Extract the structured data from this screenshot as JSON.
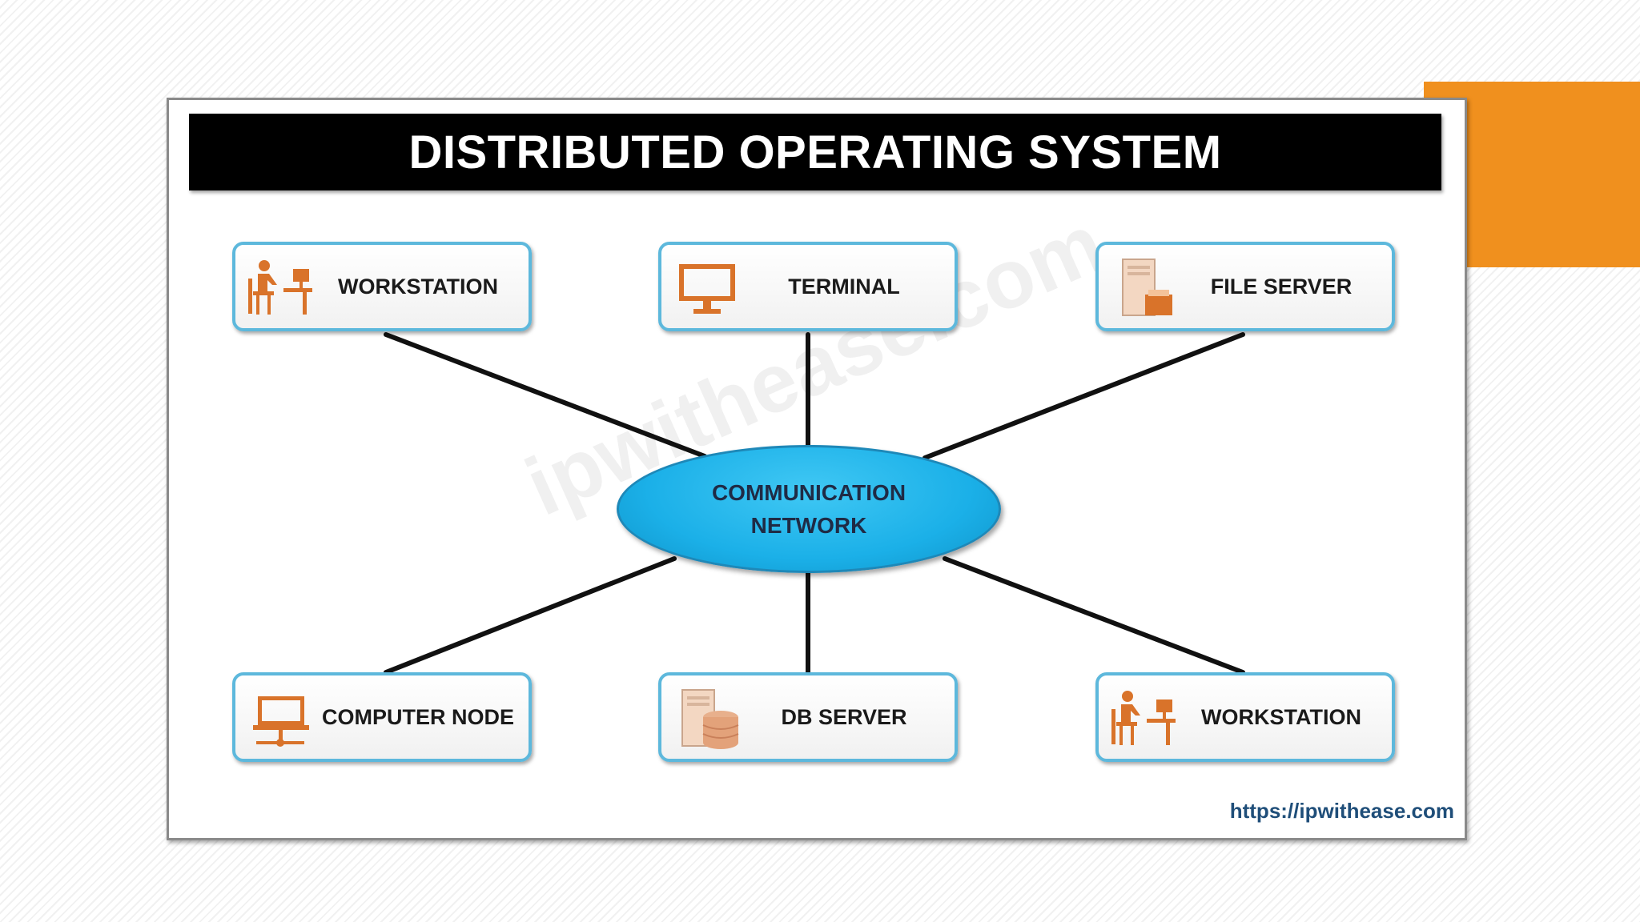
{
  "title": "DISTRIBUTED OPERATING SYSTEM",
  "center": {
    "line1": "COMMUNICATION",
    "line2": "NETWORK"
  },
  "nodes": {
    "top_left": {
      "label": "WORKSTATION",
      "icon": "person-at-desk-icon"
    },
    "top_center": {
      "label": "TERMINAL",
      "icon": "monitor-icon"
    },
    "top_right": {
      "label": "FILE SERVER",
      "icon": "file-server-icon"
    },
    "bottom_left": {
      "label": "COMPUTER NODE",
      "icon": "laptop-node-icon"
    },
    "bottom_center": {
      "label": "DB SERVER",
      "icon": "database-server-icon"
    },
    "bottom_right": {
      "label": "WORKSTATION",
      "icon": "person-at-desk-icon"
    }
  },
  "watermark": "ipwithease.com",
  "source_url": "https://ipwithease.com",
  "colors": {
    "accent": "#F0901E",
    "node_border": "#5DB8DC",
    "network_fill": "#1BB0E8",
    "icon": "#D9732A",
    "url": "#1F4E79"
  }
}
